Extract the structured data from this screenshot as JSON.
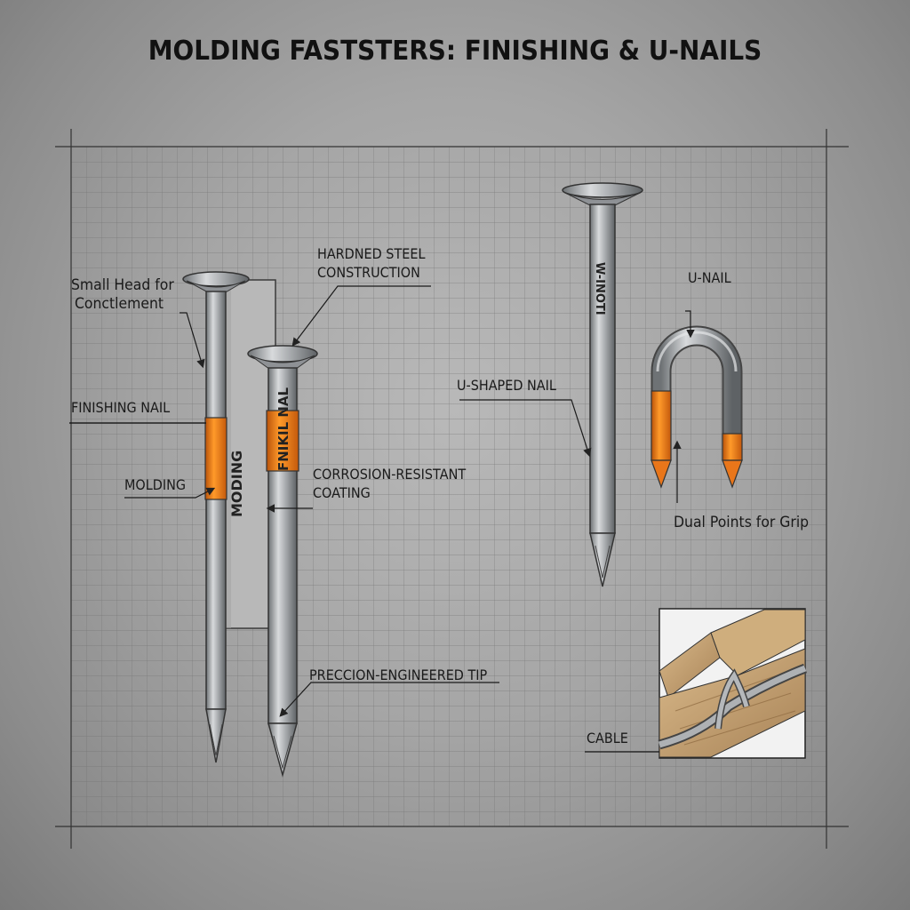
{
  "title": "MOLDING FASTSTERS: FINISHING & U-NAILS",
  "labels": {
    "small_head_line1": "Small Head for",
    "small_head_line2": "Conctlement",
    "finishing_nail": "FINISHING NAIL",
    "molding": "MOLDING",
    "hardened_line1": "HARDNED STEEL",
    "hardened_line2": "CONSTRUCTION",
    "corrosion_line1": "CORROSION-RESISTANT",
    "corrosion_line2": "COATING",
    "precision_tip": "PRECCION-ENGINEERED TIP",
    "u_shaped_nail": "U-SHAPED NAIL",
    "u_nail": "U-NAIL",
    "dual_points": "Dual Points for Grip",
    "cable": "CABLE"
  },
  "shaft_text": {
    "moding": "MODING",
    "fnikil_nal": "FNIKIL NAL",
    "w_inoti": "W-INOTI"
  },
  "colors": {
    "accent_orange": "#f07a10",
    "steel": "#9a9da1",
    "wood": "#c9a878"
  }
}
